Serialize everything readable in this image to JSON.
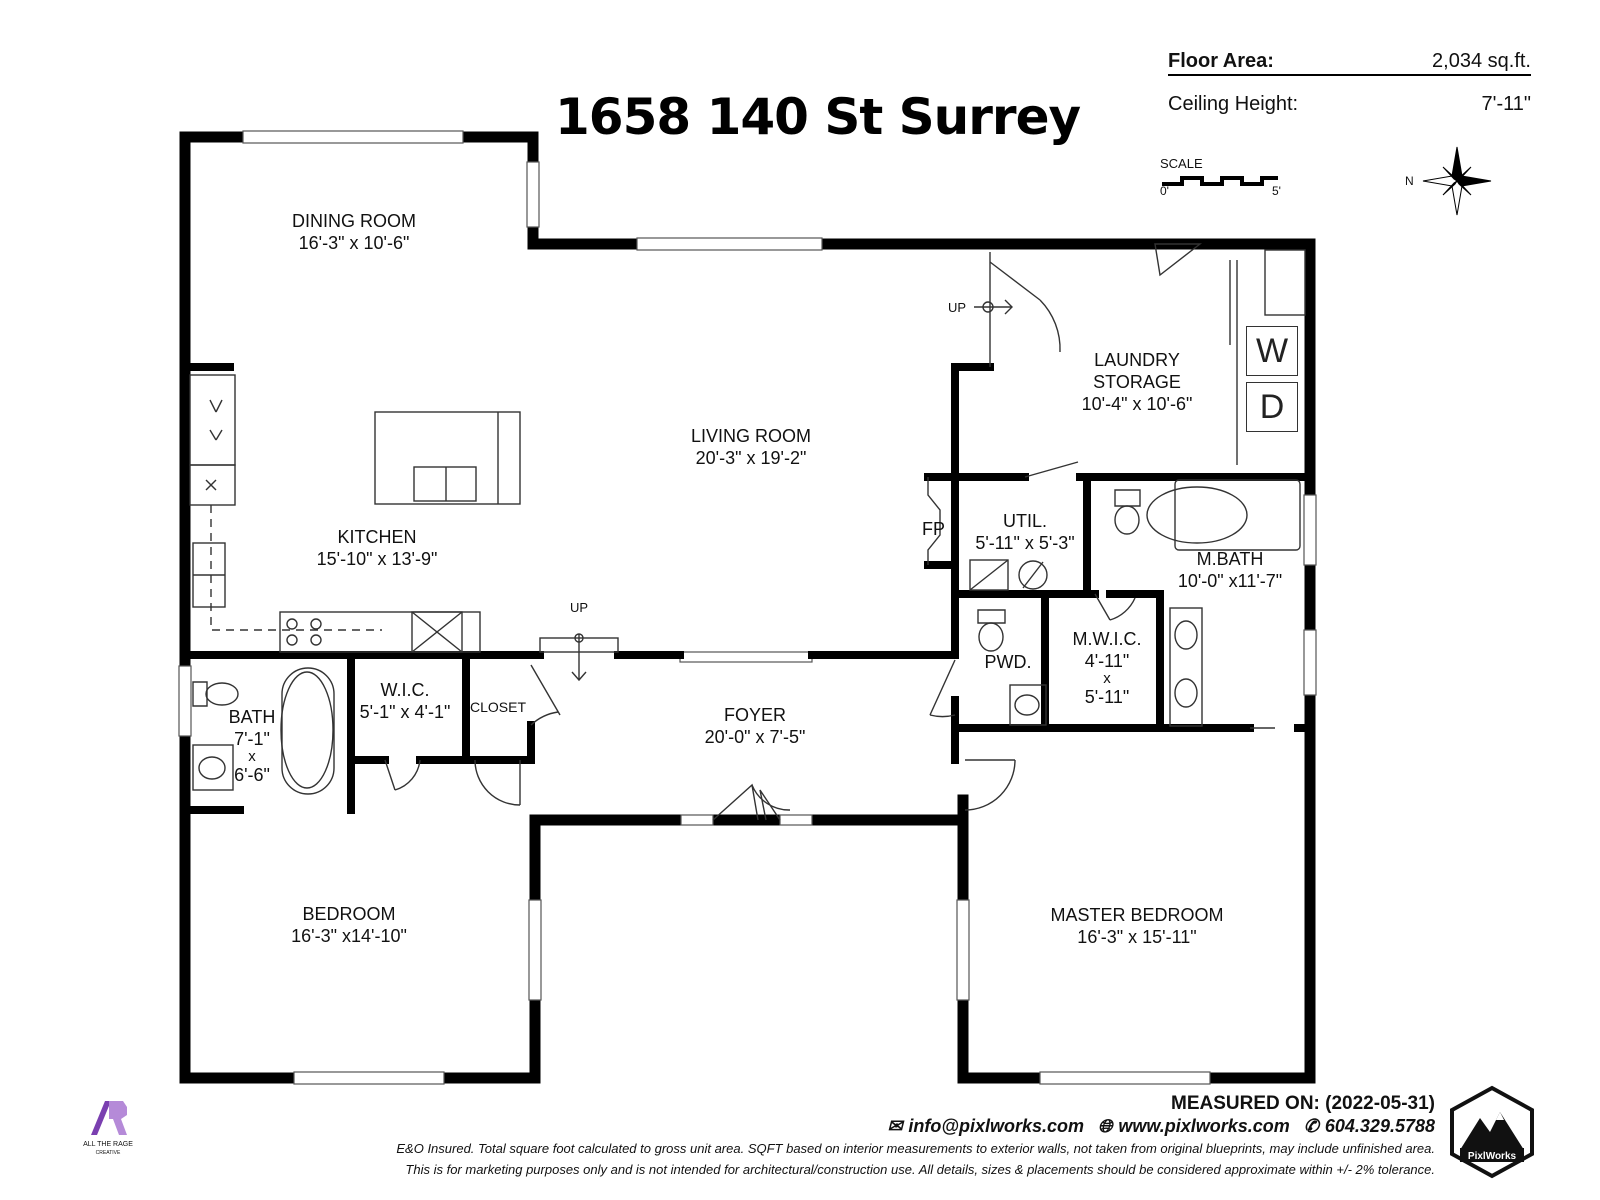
{
  "title": "1658 140 St Surrey",
  "info": {
    "floor_area_label": "Floor Area:",
    "floor_area_value": "2,034 sq.ft.",
    "ceiling_label": "Ceiling Height:",
    "ceiling_value": "7'-11\""
  },
  "scale": {
    "label": "SCALE",
    "start": "0'",
    "end": "5'"
  },
  "compass_label": "N",
  "rooms": {
    "dining": {
      "name": "DINING ROOM",
      "dims": "16'-3\"  x  10'-6\""
    },
    "living": {
      "name": "LIVING ROOM",
      "dims": "20'-3\"   x  19'-2\""
    },
    "laundry": {
      "name1": "LAUNDRY",
      "name2": "STORAGE",
      "dims": "10'-4\"  x  10'-6\""
    },
    "kitchen": {
      "name": "KITCHEN",
      "dims": "15'-10\"  x  13'-9\""
    },
    "util": {
      "name": "UTIL.",
      "dims": "5'-11\" x  5'-3\""
    },
    "mbath": {
      "name": "M.BATH",
      "dims": "10'-0\"  x11'-7\""
    },
    "pwd": {
      "name": "PWD."
    },
    "mwic": {
      "name": "M.W.I.C.",
      "dim1": "4'-11\"",
      "x": "x",
      "dim2": "5'-11\""
    },
    "bath": {
      "name": "BATH",
      "dim1": "7'-1\"",
      "x": "x",
      "dim2": "6'-6\""
    },
    "wic": {
      "name": "W.I.C.",
      "dims": "5'-1\" x  4'-1\""
    },
    "closet": {
      "name": "CLOSET"
    },
    "foyer": {
      "name": "FOYER",
      "dims": "20'-0\"  x  7'-5\""
    },
    "bedroom": {
      "name": "BEDROOM",
      "dims": "16'-3\"  x14'-10\""
    },
    "master": {
      "name": "MASTER BEDROOM",
      "dims": "16'-3\"  x  15'-11\""
    }
  },
  "labels": {
    "up1": "UP",
    "up2": "UP",
    "fp": "FP",
    "washer": "W",
    "dryer": "D"
  },
  "footer": {
    "measured": "MEASURED ON: (2022-05-31)",
    "email": "info@pixlworks.com",
    "web": "www.pixlworks.com",
    "phone": "604.329.5788",
    "disclaimer1": "E&O Insured.  Total square foot calculated to gross unit area. SQFT based on interior measurements to exterior walls, not taken from original blueprints, may include unfinished area.",
    "disclaimer2": "This is for marketing purposes only and is not intended for architectural/construction use.  All details, sizes & placements should be considered approximate within +/- 2%  tolerance.",
    "atr_name1": "ALL THE RAGE",
    "atr_name2": "CREATIVE",
    "pix_name": "PixlWorks"
  },
  "colors": {
    "wall": "#000000",
    "line": "#333333",
    "accent_logo": "#7a3fb0"
  }
}
